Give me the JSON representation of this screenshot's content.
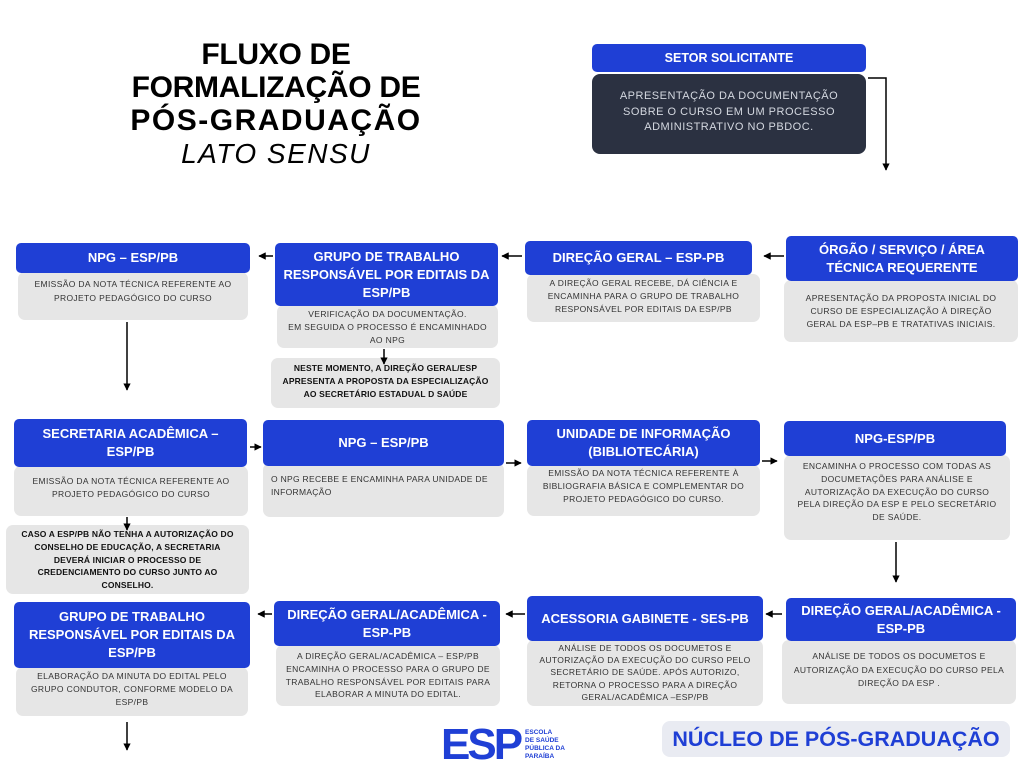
{
  "colors": {
    "header_blue": "#1f3fd5",
    "body_gray": "#e6e6e6",
    "dark_box": "#2b3141",
    "dark_box_text": "#d4d8e0",
    "body_text": "#333333",
    "note_text": "#111111",
    "footer_bg": "#e9ebf2",
    "arrow": "#000000",
    "title_text": "#000000"
  },
  "title": {
    "lines": [
      "FLUXO DE",
      "FORMALIZAÇÃO DE",
      "PÓS-GRADUAÇÃO"
    ],
    "subtitle": "LATO SENSU"
  },
  "setor_solicitante": {
    "title": "SETOR SOLICITANTE",
    "text": "APRESENTAÇÃO DA DOCUMENTAÇÃO\nSOBRE O CURSO EM UM PROCESSO\nADMINISTRATIVO NO PBDOC."
  },
  "flow": {
    "orgao_requerente": {
      "title": "ÓRGÃO / SERVIÇO / ÁREA TÉCNICA REQUERENTE",
      "text": "APRESENTAÇÃO DA PROPOSTA INICIAL DO\nCURSO DE ESPECIALIZAÇÃO À DIREÇÃO\nGERAL DA ESP–PB E TRATATIVAS INICIAIS."
    },
    "direcao_geral": {
      "title": "DIREÇÃO GERAL – ESP-PB",
      "text": "A DIREÇÃO GERAL RECEBE, DÁ CIÊNCIA E\nENCAMINHA PARA O GRUPO DE TRABALHO\nRESPONSÁVEL POR EDITAIS DA ESP/PB"
    },
    "grupo_trabalho_verificacao": {
      "title": "GRUPO DE TRABALHO RESPONSÁVEL POR EDITAIS DA ESP/PB",
      "text": "VERIFICAÇÃO DA DOCUMENTAÇÃO.\nEM SEGUIDA O PROCESSO É ENCAMINHADO\nAO NPG"
    },
    "nota_secretario": {
      "text": "NESTE MOMENTO, A DIREÇÃO GERAL/ESP\nAPRESENTA A PROPOSTA DA ESPECIALIZAÇÃO\nAO SECRETÁRIO ESTADUAL D SAÚDE"
    },
    "npg_nota_tecnica": {
      "title": "NPG – ESP/PB",
      "text": "EMISSÃO DA NOTA TÉCNICA REFERENTE AO\nPROJETO PEDAGÓGICO DO CURSO"
    },
    "secretaria_academica": {
      "title": "SECRETARIA ACADÊMICA – ESP/PB",
      "text": "EMISSÃO DA NOTA TÉCNICA REFERENTE AO\nPROJETO PEDAGÓGICO DO CURSO"
    },
    "credenciamento_nota": {
      "text": "CASO A ESP/PB NÃO TENHA A AUTORIZAÇÃO DO\nCONSELHO DE EDUCAÇÃO, A SECRETARIA\nDEVERÁ INICIAR O PROCESSO DE\nCREDENCIAMENTO DO CURSO JUNTO AO\nCONSELHO."
    },
    "npg_encaminha": {
      "title": "NPG – ESP/PB",
      "text": "O NPG RECEBE E ENCAMINHA PARA UNIDADE DE\nINFORMAÇÃO"
    },
    "unidade_informacao": {
      "title": "UNIDADE DE INFORMAÇÃO (BIBLIOTECÁRIA)",
      "text": "EMISSÃO DA NOTA TÉCNICA REFERENTE À\nBIBLIOGRAFIA BÁSICA E COMPLEMENTAR DO\nPROJETO PEDAGÓGICO DO CURSO."
    },
    "npg_documentacao": {
      "title": "NPG-ESP/PB",
      "text": "ENCAMINHA O PROCESSO COM TODAS AS\nDOCUMETAÇÕES PARA ANÁLISE E\nAUTORIZAÇÃO DA EXECUÇÃO DO CURSO\nPELA DIREÇÃO DA ESP E PELO SECRETÁRIO\nDE SAÚDE."
    },
    "direcao_academica_analise": {
      "title": "DIREÇÃO GERAL/ACADÊMICA - ESP-PB",
      "text": "ANÁLISE DE TODOS OS DOCUMETOS E\nAUTORIZAÇÃO DA EXECUÇÃO DO CURSO PELA\nDIREÇÃO DA ESP ."
    },
    "assessoria_gabinete": {
      "title": "ACESSORIA GABINETE - SES-PB",
      "text": "ANÁLISE DE TODOS OS DOCUMETOS E\nAUTORIZAÇÃO DA EXECUÇÃO DO CURSO PELO\nSECRETÁRIO DE SAÚDE. APÓS AUTORIZO,\nRETORNA O PROCESSO PARA A DIREÇÃO\nGERAL/ACADÊMICA –ESP/PB"
    },
    "direcao_academica_encaminha": {
      "title": "DIREÇÃO GERAL/ACADÊMICA - ESP-PB",
      "text": "A DIREÇÃO GERAL/ACADÊMICA – ESP/PB\nENCAMINHA O PROCESSO PARA O GRUPO DE\nTRABALHO RESPONSÁVEL POR EDITAIS PARA\nELABORAR A MINUTA DO EDITAL."
    },
    "grupo_trabalho_minuta": {
      "title": "GRUPO DE TRABALHO RESPONSÁVEL POR EDITAIS DA ESP/PB",
      "text": "ELABORAÇÃO DA MINUTA DO EDITAL PELO\nGRUPO CONDUTOR, CONFORME MODELO DA\nESP/PB"
    }
  },
  "footer": {
    "logo": {
      "acronym": "ESP",
      "name_lines": [
        "ESCOLA",
        "DE SAÚDE",
        "PÚBLICA DA",
        "PARAÍBA"
      ]
    },
    "nucleo": "NÚCLEO DE PÓS-GRADUAÇÃO"
  }
}
